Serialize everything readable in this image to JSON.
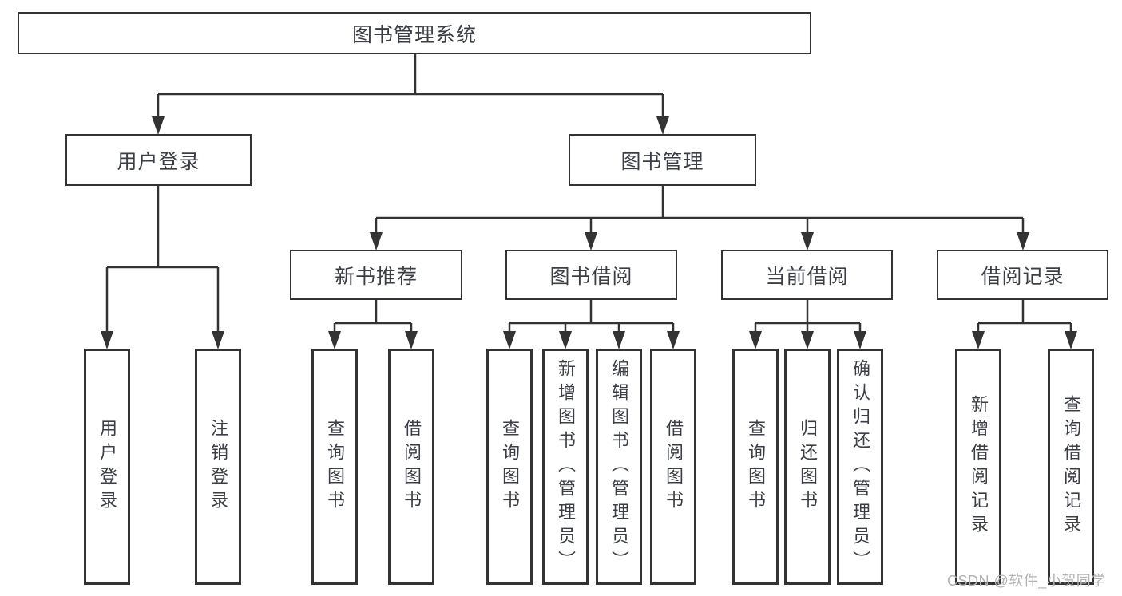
{
  "theme": {
    "line-color": "#333333",
    "text-color": "#3b3e44",
    "watermark-color": "#b2b2b2",
    "bg": "#ffffff"
  },
  "tree": {
    "label": "图书管理系统",
    "children": [
      {
        "label": "用户登录",
        "children": [
          {
            "label": "用户登录"
          },
          {
            "label": "注销登录"
          }
        ]
      },
      {
        "label": "图书管理",
        "children": [
          {
            "label": "新书推荐",
            "children": [
              {
                "label": "查询图书"
              },
              {
                "label": "借阅图书"
              }
            ]
          },
          {
            "label": "图书借阅",
            "children": [
              {
                "label": "查询图书"
              },
              {
                "label": "新增图书（管理员）"
              },
              {
                "label": "编辑图书（管理员）"
              },
              {
                "label": "借阅图书"
              }
            ]
          },
          {
            "label": "当前借阅",
            "children": [
              {
                "label": "查询图书"
              },
              {
                "label": "归还图书"
              },
              {
                "label": "确认归还（管理员）"
              }
            ]
          },
          {
            "label": "借阅记录",
            "children": [
              {
                "label": "新增借阅记录"
              },
              {
                "label": "查询借阅记录"
              }
            ]
          }
        ]
      }
    ]
  },
  "watermark": {
    "text": "CSDN @软件_小贺同学"
  }
}
